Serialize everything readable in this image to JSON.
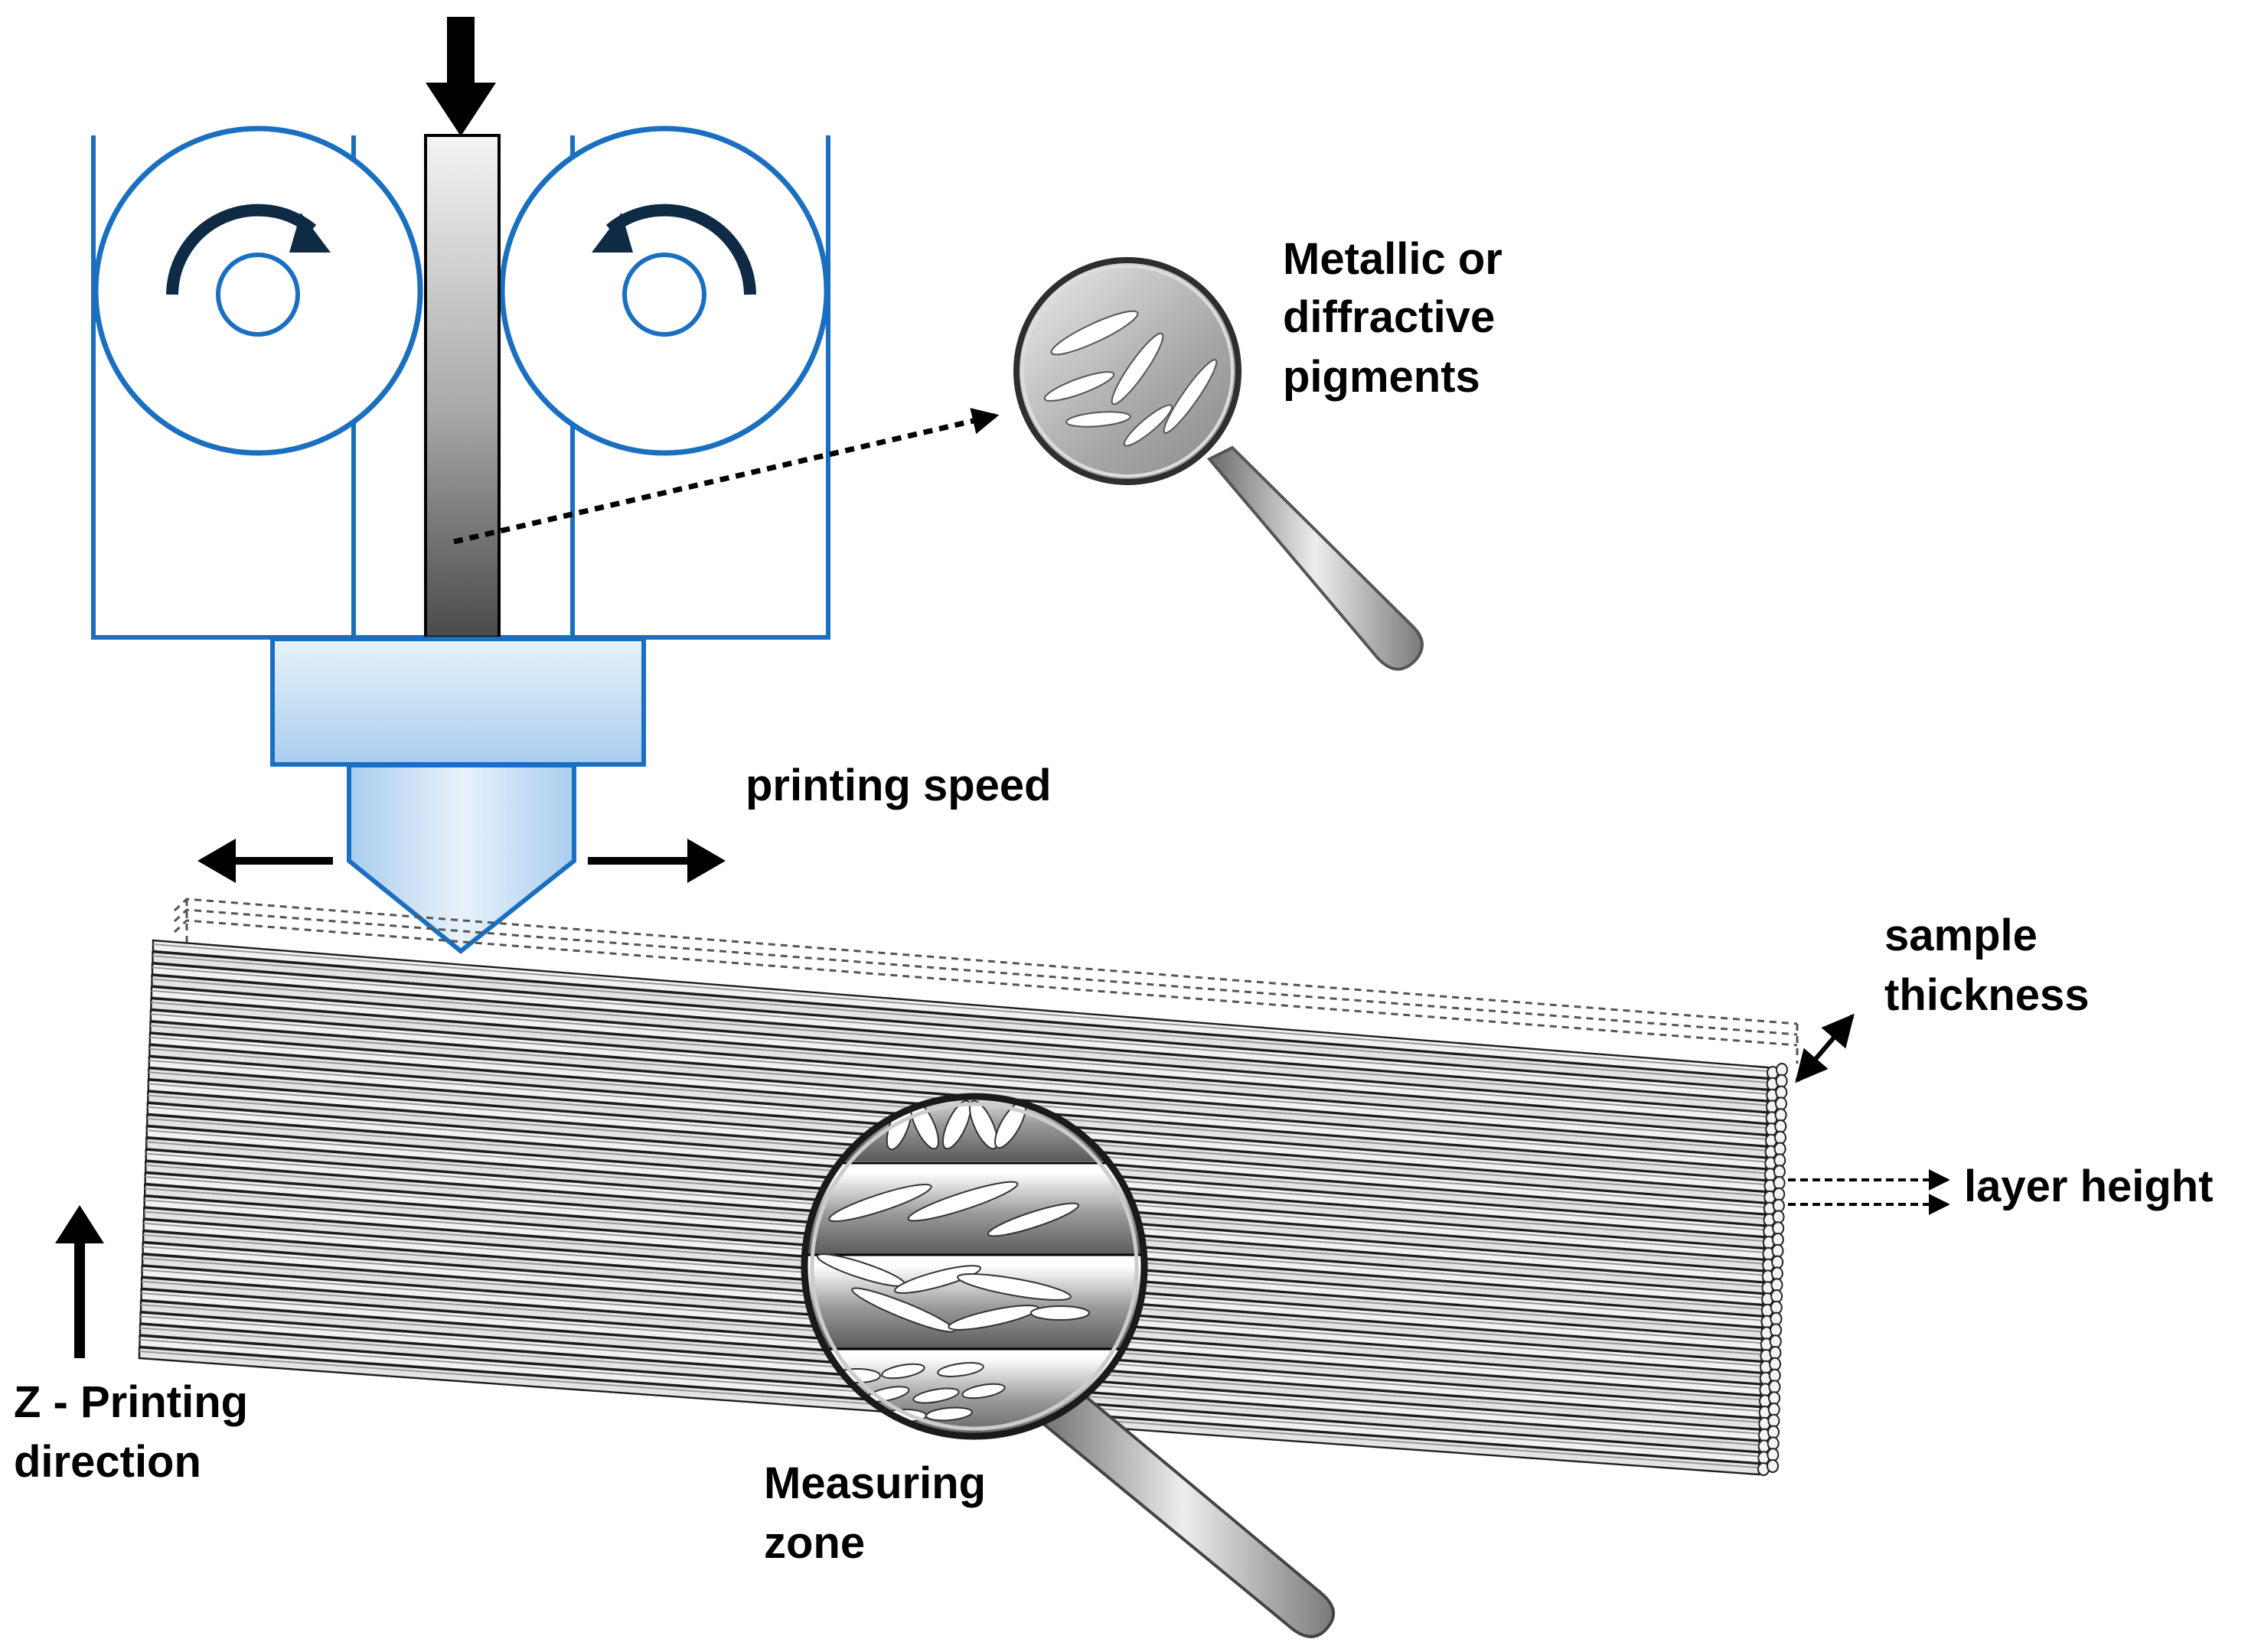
{
  "labels": {
    "pigments": [
      "Metallic  or",
      "diffractive",
      "pigments"
    ],
    "printing_speed": "printing  speed",
    "sample_thickness": [
      "sample",
      "thickness"
    ],
    "layer_height": "layer height",
    "z_direction": [
      "Z  -  Printing",
      "direction"
    ],
    "measuring_zone": [
      "Measuring",
      "zone"
    ]
  },
  "colors": {
    "frame_blue": "#1a6fc0",
    "nozzle_blue": "#cfe2f4",
    "black": "#000000",
    "lens_gray": "#b9b9b9"
  },
  "icons": [
    "down-arrow-icon",
    "rotate-clockwise-icon",
    "rotate-counterclockwise-icon",
    "magnifier-icon"
  ]
}
